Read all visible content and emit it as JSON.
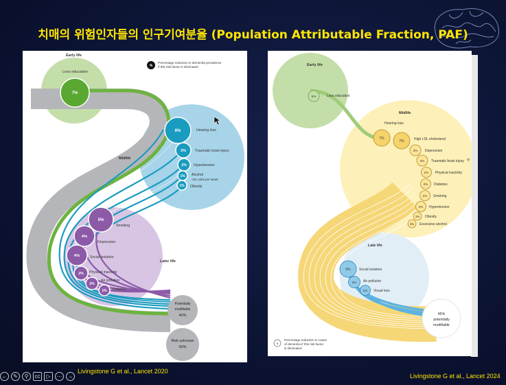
{
  "title": "치매의 위험인자들의 인구기여분율 (Population Attributable Fraction, PAF)",
  "citation_2020": "Livingstone G et al., Lancet 2020",
  "citation_2024": "Livingstone G et al., Lancet 2024",
  "panel_2020": {
    "early_life": "Early life",
    "less_education": "Less education",
    "less_education_pct": "7%",
    "legend_symbol": "%",
    "legend_text_1": "Percentage reduction in dementia prevalence",
    "legend_text_2": "if this risk factor is eliminated",
    "midlife": "Midlife",
    "later_life": "Later life",
    "mid_factors": [
      {
        "pct": "8%",
        "label": "Hearing loss"
      },
      {
        "pct": "3%",
        "label": "Traumatic brain injury"
      },
      {
        "pct": "2%",
        "label": "Hypertension"
      },
      {
        "pct": "1%",
        "label": "Alcohol"
      },
      {
        "pct": "1%",
        "label": "Obesity"
      }
    ],
    "alcohol_sub": ">21 units per week",
    "late_factors": [
      {
        "pct": "5%",
        "label": "Smoking"
      },
      {
        "pct": "4%",
        "label": "Depression"
      },
      {
        "pct": "4%",
        "label": "Social isolation"
      },
      {
        "pct": "2%",
        "label": "Physical inactivity"
      },
      {
        "pct": "2%",
        "label": "Air pollution"
      },
      {
        "pct": "1%",
        "label": "Diabetes"
      }
    ],
    "potentially": [
      "Potentially",
      "modifiable",
      "40%"
    ],
    "risk_unknown": [
      "Risk unknown",
      "60%"
    ]
  },
  "panel_2024": {
    "early_life": "Early life",
    "less_education_pct": "5%",
    "less_education": "Less education",
    "midlife": "Midlife",
    "mid_factors": [
      {
        "pct": "7%",
        "label": "Hearing loss"
      },
      {
        "pct": "7%",
        "label": "High LDL cholesterol"
      },
      {
        "pct": "3%",
        "label": "Depression"
      },
      {
        "pct": "3%",
        "label": "Traumatic brain injury"
      },
      {
        "pct": "2%",
        "label": "Physical inactivity"
      },
      {
        "pct": "2%",
        "label": "Diabetes"
      },
      {
        "pct": "2%",
        "label": "Smoking"
      },
      {
        "pct": "2%",
        "label": "Hypertension"
      },
      {
        "pct": "1%",
        "label": "Obesity"
      },
      {
        "pct": "3%",
        "label": "Excessive alcohol"
      }
    ],
    "late_life": "Late life",
    "late_factors": [
      {
        "pct": "5%",
        "label": "Social isolation"
      },
      {
        "pct": "3%",
        "label": "Air pollution"
      },
      {
        "pct": "2%",
        "label": "Visual loss"
      }
    ],
    "potentially": [
      "45%",
      "potentially",
      "modifiable"
    ],
    "legend_symbol": "n",
    "legend_text": [
      "Percentage reduction in cases",
      "of dementia if this risk factor",
      "is eliminated"
    ],
    "cutoff_text": "ry"
  },
  "colors": {
    "yellow_title": "#ffe600",
    "green": "#6db33f",
    "blue": "#1a9bc0",
    "purple": "#8d5aa8",
    "gray": "#a8a9ad",
    "yellow": "#f2c94c"
  },
  "toolbar_icons": [
    "back-icon",
    "pen-icon",
    "zoom-icon",
    "captions-icon",
    "video-icon",
    "more-icon",
    "forward-icon"
  ]
}
